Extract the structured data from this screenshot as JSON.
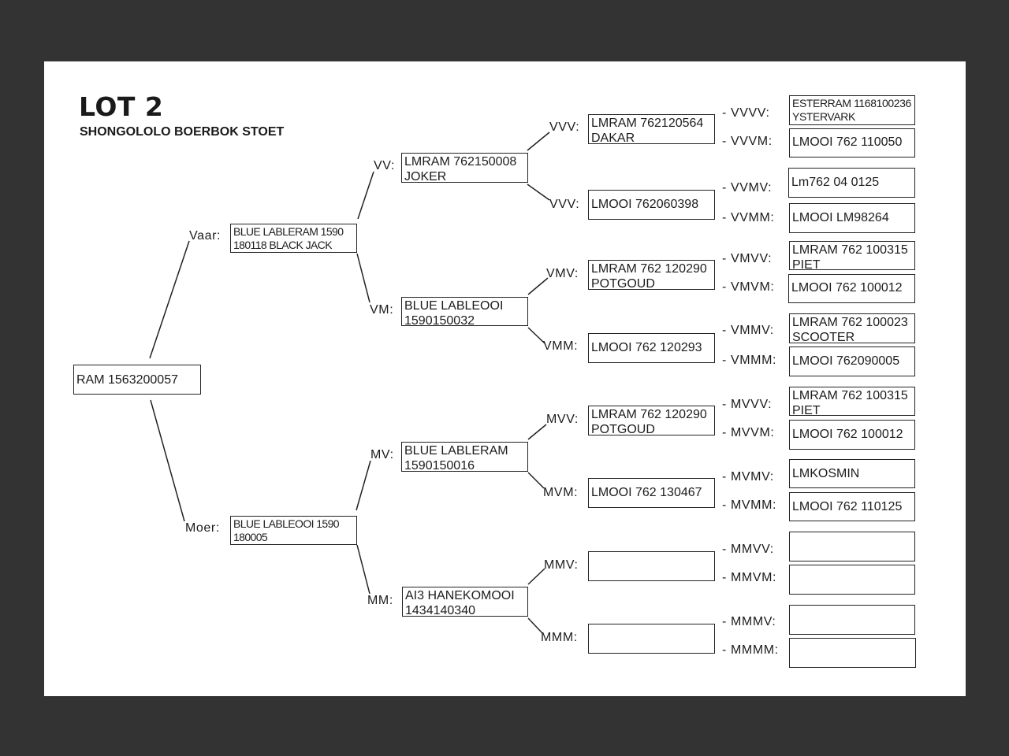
{
  "title": "LOT 2",
  "subtitle": "SHONGOLOLO BOERBOK STOET",
  "root": "RAM 1563200057",
  "labels": {
    "vaar": "Vaar:",
    "moer": "Moer:",
    "vv": "VV:",
    "vm": "VM:",
    "mv": "MV:",
    "mm": "MM:",
    "vvv": "VVV:",
    "vvm": "VVV:",
    "vmv": "VMV:",
    "vmm": "VMM:",
    "mvv": "MVV:",
    "mvm": "MVM:",
    "mmv": "MMV:",
    "mmm": "MMM:",
    "g4": [
      "- VVVV:",
      "- VVVM:",
      "- VVMV:",
      "- VVMM:",
      "- VMVV:",
      "- VMVM:",
      "- VMMV:",
      "- VMMM:",
      "- MVVV:",
      "- MVVM:",
      "- MVMV:",
      "- MVMM:",
      "- MMVV:",
      "- MMVM:",
      "- MMMV:",
      "- MMMM:"
    ]
  },
  "parents": {
    "vaar": "BLUE LABLERAM 1590\n180118 BLACK JACK",
    "moer": "BLUE LABLEOOI 1590\n180005"
  },
  "grandparents": {
    "vv": "LMRAM 762150008\nJOKER",
    "vm": "BLUE LABLEOOI\n1590150032",
    "mv": "BLUE LABLERAM\n1590150016",
    "mm": "AI3 HANEKOMOOI\n1434140340"
  },
  "great_grandparents": {
    "vvv": "LMRAM 762120564\nDAKAR",
    "vvm": "LMOOI 762060398",
    "vmv": "LMRAM 762 120290\nPOTGOUD",
    "vmm": "LMOOI 762 120293",
    "mvv": "LMRAM 762 120290\nPOTGOUD",
    "mvm": "LMOOI 762 130467",
    "mmv": "",
    "mmm": ""
  },
  "gen4": [
    "ESTERRAM 1168100236\nYSTERVARK",
    "LMOOI 762 110050",
    "Lm762 04 0125",
    "LMOOI LM98264",
    "LMRAM 762 100315\nPIET",
    "LMOOI 762 100012",
    "LMRAM 762 100023\nSCOOTER",
    "LMOOI 762090005",
    "LMRAM 762 100315\nPIET",
    "LMOOI 762 100012",
    "LMKOSMIN",
    "LMOOI 762 110125",
    "",
    "",
    "",
    ""
  ]
}
